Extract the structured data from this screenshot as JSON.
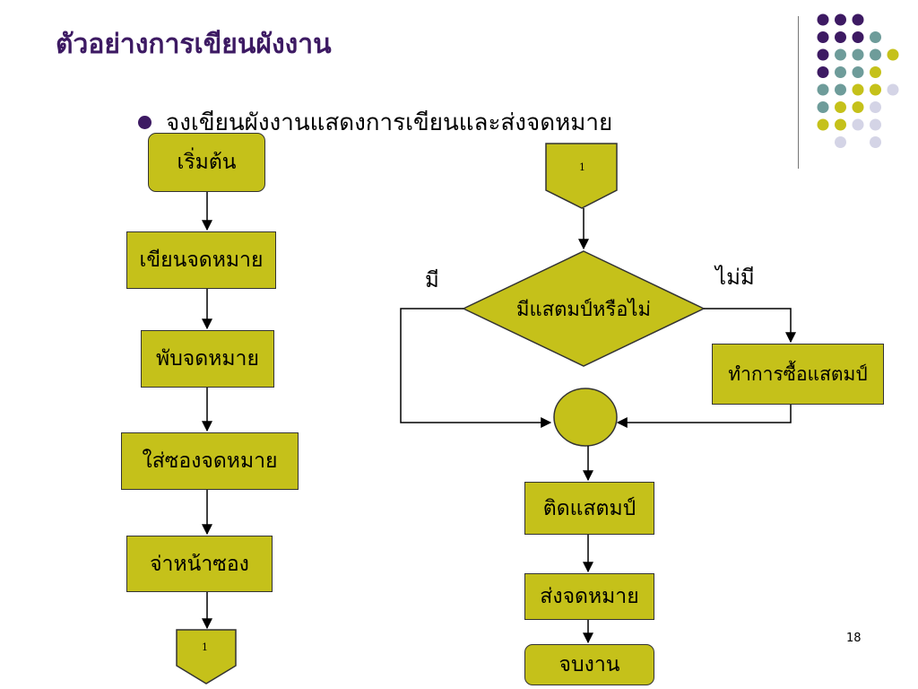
{
  "slide": {
    "title": "ตัวอย่างการเขียนผังงาน",
    "bullet": "จงเขียนผังงานแสดงการเขียนและส่งจดหมาย",
    "page_number": "18"
  },
  "flowchart": {
    "left": {
      "start": "เริ่มต้น",
      "step1": "เขียนจดหมาย",
      "step2": "พับจดหมาย",
      "step3": "ใส่ซองจดหมาย",
      "step4": "จ่าหน้าซอง",
      "connector_out": "1"
    },
    "right": {
      "connector_in": "1",
      "decision": "มีแสตมป์หรือไม่",
      "yes_label": "มี",
      "no_label": "ไม่มี",
      "buy": "ทำการซื้อแสตมป์",
      "affix": "ติดแสตมป์",
      "send": "ส่งจดหมาย",
      "end": "จบงาน"
    }
  },
  "colors": {
    "title": "#3d1a63",
    "node_fill": "#c5c11a",
    "deco_purple": "#3d1a63",
    "deco_teal": "#6e9c9a",
    "deco_yellow": "#c5c11a",
    "deco_lavender": "#d4d4e6"
  },
  "decoration": {
    "grid": [
      [
        "p",
        "p",
        "p",
        "",
        ""
      ],
      [
        "p",
        "p",
        "p",
        "t",
        ""
      ],
      [
        "p",
        "t",
        "t",
        "t",
        "y"
      ],
      [
        "p",
        "t",
        "t",
        "y",
        ""
      ],
      [
        "t",
        "t",
        "y",
        "y",
        "l"
      ],
      [
        "t",
        "y",
        "y",
        "l",
        ""
      ],
      [
        "y",
        "y",
        "l",
        "l",
        ""
      ],
      [
        "",
        "l",
        "",
        "l",
        ""
      ]
    ]
  }
}
